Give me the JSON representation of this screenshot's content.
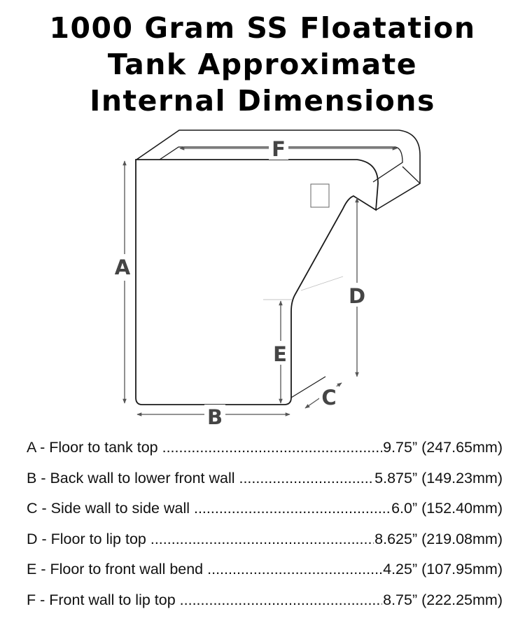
{
  "title": {
    "line1": "1000 Gram SS Floatation",
    "line2": "Tank Approximate",
    "line3": "Internal Dimensions"
  },
  "diagram_labels": {
    "A": "A",
    "B": "B",
    "C": "C",
    "D": "D",
    "E": "E",
    "F": "F"
  },
  "dimensions": [
    {
      "label": "A - Floor to tank top",
      "value": "9.75” (247.65mm)"
    },
    {
      "label": "B - Back wall to lower front wall",
      "value": "5.875” (149.23mm)"
    },
    {
      "label": "C - Side wall to side wall",
      "value": "6.0” (152.40mm)"
    },
    {
      "label": "D - Floor to lip top",
      "value": "8.625” (219.08mm)"
    },
    {
      "label": "E - Floor to front wall bend",
      "value": "4.25” (107.95mm)"
    },
    {
      "label": "F - Front wall to lip top",
      "value": "8.75” (222.25mm)"
    }
  ]
}
